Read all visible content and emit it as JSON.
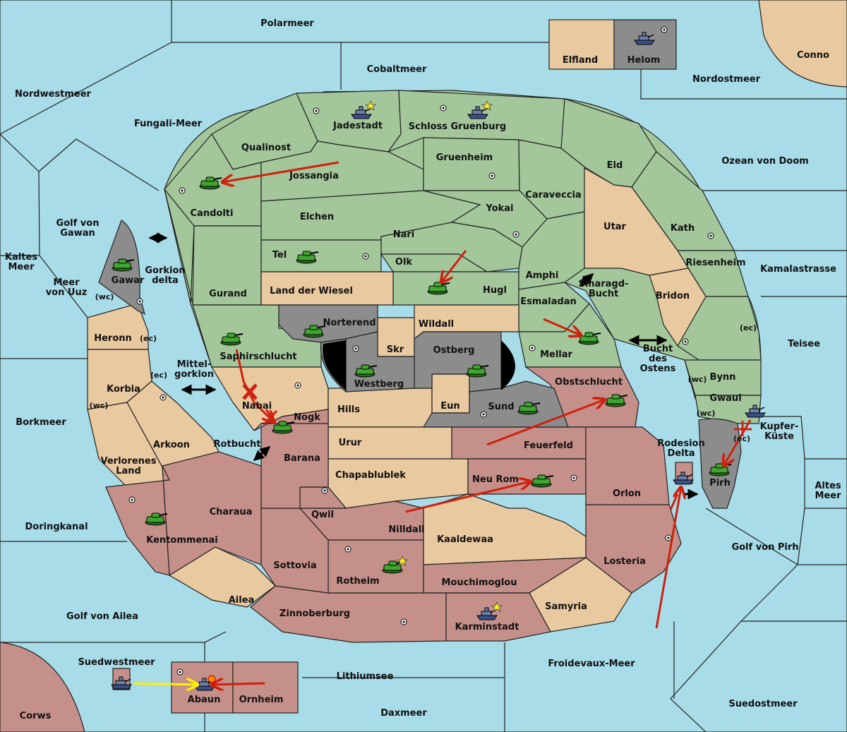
{
  "sea_regions": {
    "polarmeer": "Polarmeer",
    "cobaltmeer": "Cobaltmeer",
    "nordwestmeer": "Nordwestmeer",
    "fungali_meer": "Fungali-Meer",
    "nordostmeer": "Nordostmeer",
    "ozean_von_doom": "Ozean von Doom",
    "kamalastrasse": "Kamalastrasse",
    "teisee": "Teisee",
    "altes_meer": "Altes\nMeer",
    "golf_von_pirh": "Golf von Pirh",
    "suedostmeer": "Suedostmeer",
    "froidevaux_meer": "Froidevaux-Meer",
    "lithiumsee": "Lithiumsee",
    "daxmeer": "Daxmeer",
    "suedwestmeer": "Suedwestmeer",
    "golf_von_ailea": "Golf von Ailea",
    "doringkanal": "Doringkanal",
    "borkmeer": "Borkmeer",
    "kaltes_meer": "Kaltes\nMeer",
    "meer_von_uuz": "Meer\nvon Uuz",
    "golf_von_gawan": "Golf von\nGawan",
    "gorkion_delta": "Gorkion\ndelta",
    "mittel_gorkion": "Mittel-\ngorkion",
    "rotbucht": "Rotbucht",
    "smaragd_bucht": "Smaragd-\nBucht",
    "bucht_des_ostens": "Bucht\ndes\nOstens",
    "kupfer_kueste": "Kupfer-\nKüste",
    "rodesion_delta": "Rodesion\nDelta"
  },
  "land_regions": {
    "conno": "Conno",
    "elfland": "Elfland",
    "helom": "Helom",
    "jadestadt": "Jadestadt",
    "schloss_gruenburg": "Schloss Gruenburg",
    "qualinost": "Qualinost",
    "gruenheim": "Gruenheim",
    "eld": "Eld",
    "jossangia": "Jossangia",
    "caraveccia": "Caraveccia",
    "candolti": "Candolti",
    "elchen": "Elchen",
    "yokai": "Yokai",
    "utar": "Utar",
    "kath": "Kath",
    "nari": "Nari",
    "tel": "Tel",
    "olk": "Olk",
    "riesenheim": "Riesenheim",
    "amphi": "Amphi",
    "gawar": "Gawar",
    "land_der_wiesel": "Land der Wiesel",
    "hugl": "Hugl",
    "gurand": "Gurand",
    "esmaladan": "Esmaladan",
    "bridon": "Bridon",
    "norterend": "Norterend",
    "wildall": "Wildall",
    "heronn": "Heronn",
    "skr": "Skr",
    "ostberg": "Ostberg",
    "mellar": "Mellar",
    "saphirschlucht": "Saphirschlucht",
    "westberg": "Westberg",
    "bynn": "Bynn",
    "obstschlucht": "Obstschlucht",
    "korbia": "Korbia",
    "gwaul": "Gwaul",
    "nabai": "Nabai",
    "hills": "Hills",
    "eun": "Eun",
    "sund": "Sund",
    "nogk": "Nogk",
    "arkoon": "Arkoon",
    "urur": "Urur",
    "feuerfeld": "Feuerfeld",
    "barana": "Barana",
    "verlorenes_land": "Verlorenes\nLand",
    "chapablublek": "Chapablublek",
    "pirh": "Pirh",
    "neu_rom": "Neu Rom",
    "orlon": "Orlon",
    "charaua": "Charaua",
    "qwil": "Qwil",
    "nilldall": "Nilldall",
    "kentommenai": "Kentommenai",
    "kaaldewaa": "Kaaldewaa",
    "losteria": "Losteria",
    "sottovia": "Sottovia",
    "rotheim": "Rotheim",
    "mouchimoglou": "Mouchimoglou",
    "ailea": "Ailea",
    "samyria": "Samyria",
    "zinnoberburg": "Zinnoberburg",
    "karminstadt": "Karminstadt",
    "abaun": "Abaun",
    "ornheim": "Ornheim",
    "corws": "Corws"
  },
  "coast_tags": {
    "gawar_wc": "(wc)",
    "heronn_ec": "(ec)",
    "korbia_ec": "(ec)",
    "korbia_wc": "(wc)",
    "teisee_ec": "(ec)",
    "bynn_wc": "(wc)",
    "gwaul_wc": "(wc)",
    "gwaul_ec": "(ec)"
  },
  "colors": {
    "sea": "#a8dce8",
    "green_faction": "#a3c79b",
    "tan_neutral": "#e9c9a0",
    "red_faction": "#c5908a",
    "impassable": "#8c8c8c",
    "attack_arrow": "#d0200e",
    "support_arrow": "#ffee00"
  },
  "units": [
    {
      "type": "fleet-icon",
      "owner": "green",
      "region": "Helom"
    },
    {
      "type": "fleet-icon",
      "owner": "green",
      "region": "Jadestadt",
      "capital": true
    },
    {
      "type": "fleet-icon",
      "owner": "green",
      "region": "Schloss Gruenburg",
      "capital": true
    },
    {
      "type": "army-icon",
      "owner": "green",
      "region": "Candolti"
    },
    {
      "type": "army-icon",
      "owner": "green",
      "region": "Tel"
    },
    {
      "type": "army-icon",
      "owner": "green",
      "region": "Gawar"
    },
    {
      "type": "army-icon",
      "owner": "green",
      "region": "Hugl"
    },
    {
      "type": "army-icon",
      "owner": "green",
      "region": "Norterend"
    },
    {
      "type": "army-icon",
      "owner": "green",
      "region": "Saphirschlucht"
    },
    {
      "type": "army-icon",
      "owner": "green",
      "region": "Westberg"
    },
    {
      "type": "army-icon",
      "owner": "green",
      "region": "Ostberg"
    },
    {
      "type": "army-icon",
      "owner": "green",
      "region": "Mellar"
    },
    {
      "type": "army-icon",
      "owner": "green",
      "region": "Nogk"
    },
    {
      "type": "army-icon",
      "owner": "green",
      "region": "Obstschlucht"
    },
    {
      "type": "army-icon",
      "owner": "green",
      "region": "Sund"
    },
    {
      "type": "army-icon",
      "owner": "green",
      "region": "Neu Rom"
    },
    {
      "type": "army-icon",
      "owner": "green",
      "region": "Pirh"
    },
    {
      "type": "fleet-icon",
      "owner": "blue",
      "region": "Kupfer-Küste"
    },
    {
      "type": "fleet-icon",
      "owner": "blue",
      "region": "Rodesion Delta"
    },
    {
      "type": "army-icon",
      "owner": "green",
      "region": "Kentommenai"
    },
    {
      "type": "army-icon",
      "owner": "green",
      "region": "Rotheim",
      "capital": true
    },
    {
      "type": "fleet-icon",
      "owner": "blue",
      "region": "Karminstadt",
      "capital": true
    },
    {
      "type": "fleet-icon",
      "owner": "blue",
      "region": "Suedwestmeer"
    },
    {
      "type": "fleet-icon",
      "owner": "blue",
      "region": "Abaun"
    }
  ]
}
